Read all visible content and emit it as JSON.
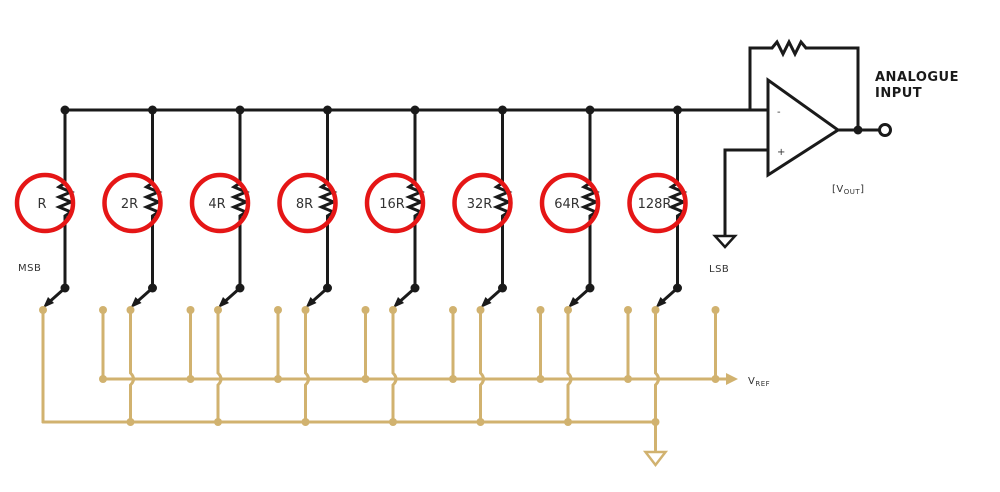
{
  "diagram": {
    "resistors": [
      "R",
      "2R",
      "4R",
      "8R",
      "16R",
      "32R",
      "64R",
      "128R"
    ],
    "msb_label": "MSB",
    "lsb_label": "LSB",
    "output_title_line1": "ANALOGUE",
    "output_title_line2": "INPUT",
    "vout_label": "[V",
    "vout_sub": "OUT",
    "vout_close": "]",
    "vref_label": "V",
    "vref_sub": "REF",
    "opamp_minus": "-",
    "opamp_plus": "+",
    "colors": {
      "wire": "#1a1a1a",
      "reference_bus": "#d1b26f",
      "highlight": "#e51616"
    }
  }
}
